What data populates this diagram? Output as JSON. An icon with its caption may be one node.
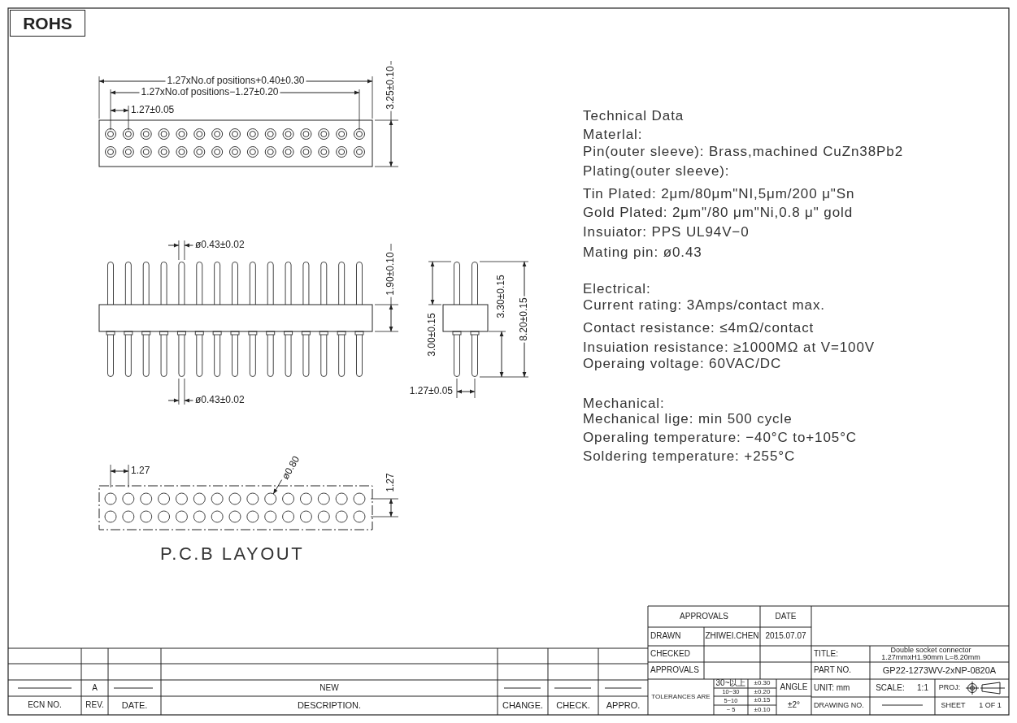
{
  "diagram": {
    "nodes": [
      {
        "text": [
          "ROHS"
        ]
      },
      {
        "text": [
          "ø0.80"
        ]
      },
      {
        "text": [],
        "shape": "circle"
      }
    ],
    "edges": [
      {
        "from": 1,
        "to": 2,
        "arrow": "to"
      }
    ],
    "labels": [
      "1.27xNo.of positions+0.40±0.30",
      "3.25±0.10",
      "1.27xNo.of positions−1.27±0.20",
      "1.27±0.05",
      "Technical Data",
      "Materlal:",
      "Pin(outer sleeve): Brass,machined CuZn38Pb2",
      "Plating(outer sleeve):",
      "Tin Plated: 2μm/80μm\"NI,5μm/200 μ\"Sn",
      "Gold Plated: 2μm\"/80 μm\"Ni,0.8 μ\" gold",
      "Insuiator: PPS UL94V−0",
      "Mating pin: ø0.43",
      "ø0.43±0.02",
      "1.90±0.10",
      "3.00±0.15",
      "3.30±0.15",
      "8.20±0.15",
      "Electrical:",
      "Current rating: 3Amps/contact max.",
      "Contact resistance: ≤4mΩ/contact",
      "Insuiation resistance: ≥1000MΩ at V=100V",
      "Operaing voltage: 60VAC/DC",
      "ø0.43±0.02",
      "1.27±0.05",
      "Mechanical:",
      "Mechanical lige: min 500 cycle",
      "Operaling temperature: −40°C to+105°C",
      "Soldering temperature: +255°C",
      "1.27",
      "1.27",
      "P.C.B LAYOUT",
      "APPROVALS",
      "DATE",
      "DRAWN",
      "ZHIWEI.CHEN",
      "2015.07.07",
      "CHECKED",
      "TITLE:",
      "Double socket connector 1.27mmxH1.90mm L=8.20mm",
      "APPROVALS",
      "PART NO.",
      "GP22-1273WV-2xNP-0820A",
      "A",
      "NEW",
      "TOLERANCES ARE",
      "30~以上",
      "±0.30",
      "ANGLE",
      "UNIT: mm",
      "SCALE:",
      "1:1",
      "PROJ:",
      "10~30",
      "±0.20",
      "ECN NO.",
      "REV.",
      "DATE.",
      "DESCRIPTION.",
      "CHANGE.",
      "CHECK.",
      "APPRO.",
      "5~10",
      "±0.15",
      "±2°",
      "~ 5",
      "±0.10",
      "DRAWING NO.",
      "SHEET",
      "1 OF 1"
    ]
  }
}
